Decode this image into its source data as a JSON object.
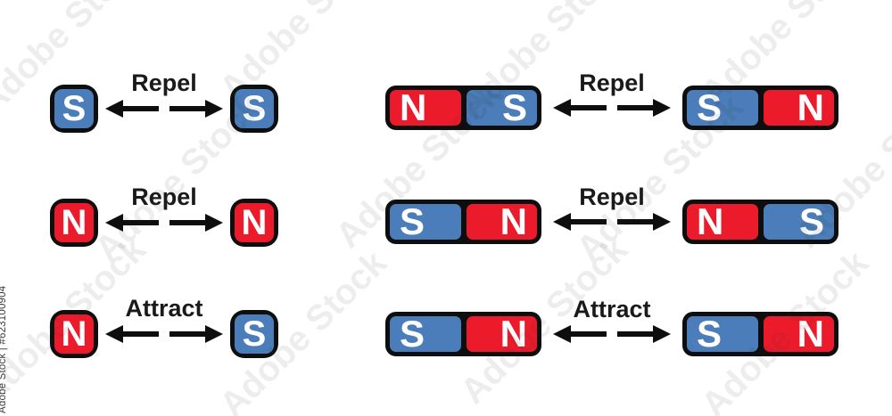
{
  "title": "Magnets attract and repel diagram",
  "colors": {
    "north_red": "#ec1b2b",
    "south_blue": "#4a7db9",
    "outline": "#0e0e0e",
    "label_text": "#1a1a1a",
    "pole_letter": "#ffffff",
    "credit_gray": "#3d3d3d"
  },
  "watermark": {
    "tile_text": "Adobe Stock",
    "credit_text": "Adobe Stock | #623100904"
  },
  "left": {
    "rows": [
      {
        "label": "Repel",
        "arrow_direction": "outward",
        "magnets": [
          {
            "shape": "square",
            "poles": [
              {
                "letter": "S",
                "color": "blue"
              }
            ]
          },
          {
            "shape": "square",
            "poles": [
              {
                "letter": "S",
                "color": "blue"
              }
            ]
          }
        ]
      },
      {
        "label": "Repel",
        "arrow_direction": "outward",
        "magnets": [
          {
            "shape": "square",
            "poles": [
              {
                "letter": "N",
                "color": "red"
              }
            ]
          },
          {
            "shape": "square",
            "poles": [
              {
                "letter": "N",
                "color": "red"
              }
            ]
          }
        ]
      },
      {
        "label": "Attract",
        "arrow_direction": "outward",
        "magnets": [
          {
            "shape": "square",
            "poles": [
              {
                "letter": "N",
                "color": "red"
              }
            ]
          },
          {
            "shape": "square",
            "poles": [
              {
                "letter": "S",
                "color": "blue"
              }
            ]
          }
        ]
      }
    ]
  },
  "right": {
    "rows": [
      {
        "label": "Repel",
        "arrow_direction": "outward",
        "magnets": [
          {
            "shape": "bar",
            "poles": [
              {
                "letter": "N",
                "color": "red"
              },
              {
                "letter": "S",
                "color": "blue"
              }
            ]
          },
          {
            "shape": "bar",
            "poles": [
              {
                "letter": "S",
                "color": "blue"
              },
              {
                "letter": "N",
                "color": "red"
              }
            ]
          }
        ]
      },
      {
        "label": "Repel",
        "arrow_direction": "outward",
        "magnets": [
          {
            "shape": "bar",
            "poles": [
              {
                "letter": "S",
                "color": "blue"
              },
              {
                "letter": "N",
                "color": "red"
              }
            ]
          },
          {
            "shape": "bar",
            "poles": [
              {
                "letter": "N",
                "color": "red"
              },
              {
                "letter": "S",
                "color": "blue"
              }
            ]
          }
        ]
      },
      {
        "label": "Attract",
        "arrow_direction": "outward",
        "magnets": [
          {
            "shape": "bar",
            "poles": [
              {
                "letter": "S",
                "color": "blue"
              },
              {
                "letter": "N",
                "color": "red"
              }
            ]
          },
          {
            "shape": "bar",
            "poles": [
              {
                "letter": "S",
                "color": "blue"
              },
              {
                "letter": "N",
                "color": "red"
              }
            ]
          }
        ]
      }
    ]
  }
}
